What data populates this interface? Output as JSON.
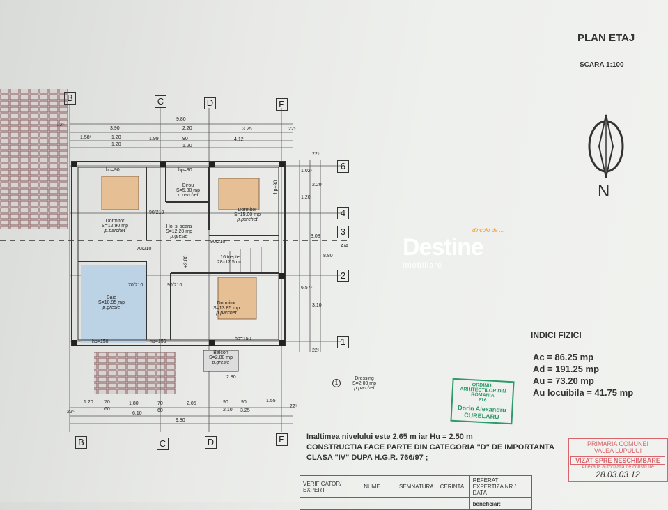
{
  "header": {
    "title": "PLAN ETAJ",
    "scale": "SCARA 1:100"
  },
  "compass": {
    "label": "N",
    "icon": "north-arrow-icon"
  },
  "grid_axes": {
    "columns": [
      "B",
      "C",
      "D",
      "E"
    ],
    "rows": [
      "6",
      "4",
      "3",
      "2",
      "1"
    ],
    "section_mark": "A/A"
  },
  "dimensions": {
    "top": [
      "9.80",
      "3.90",
      "2.20",
      "3.25",
      "22⁵",
      "22⁵",
      "1.58⁵",
      "1.20",
      "1.20",
      "1.99",
      "90",
      "1.20",
      "4.12"
    ],
    "bottom": [
      "1.20",
      "70",
      "60",
      "1.80",
      "70",
      "60",
      "2.05",
      "90",
      "90",
      "2.10",
      "1.55",
      "3.25",
      "6.10",
      "9.80",
      "22⁵",
      "22⁵",
      "2.80"
    ],
    "right": [
      "22⁵",
      "1.02⁵",
      "2.20",
      "1.20",
      "3.08",
      "8.80",
      "6.57⁵",
      "3.10",
      "22⁵"
    ]
  },
  "rooms": [
    {
      "name": "Dormitor",
      "area": "S=12.90 mp",
      "floor": "p.parchet"
    },
    {
      "name": "Birou",
      "area": "S=5.80 mp",
      "floor": "p.parchet"
    },
    {
      "name": "Dormitor",
      "area": "S=15.00 mp",
      "floor": "p.parchet"
    },
    {
      "name": "Hol si scara",
      "area": "S=12.20 mp",
      "floor": "p.gresie"
    },
    {
      "name": "Baie",
      "area": "S=10.95 mp",
      "floor": "p.gresie"
    },
    {
      "name": "Dormitor",
      "area": "S=13.85 mp",
      "floor": "p.parchet"
    },
    {
      "name": "Balcon",
      "area": "S=2.80 mp",
      "floor": "p.gresie"
    }
  ],
  "stairs": {
    "label": "16 trepte",
    "size": "28x17.5 cm",
    "level": "+2.80"
  },
  "window_labels": [
    "hp=90",
    "hp=90",
    "hp=90",
    "hp=150",
    "hp=150",
    "hp=150"
  ],
  "door_labels": [
    "90/210",
    "70/210",
    "70/210",
    "90/210",
    "90/210"
  ],
  "legend": {
    "number": "1",
    "name": "Dressing",
    "area": "S=2.00 mp",
    "floor": "p.parchet"
  },
  "indici": {
    "title": "INDICI FIZICI",
    "items": [
      "Ac = 86.25 mp",
      "Ad = 191.25 mp",
      "Au = 73.20 mp",
      "Au locuibila = 41.75 mp"
    ]
  },
  "notes": [
    "Inaltimea nivelului este 2.65 m  iar Hu = 2.50 m",
    "CONSTRUCTIA FACE PARTE DIN CATEGORIA \"D\" DE IMPORTANTA",
    "CLASA \"IV\" DUPA H.G.R. 766/97 ;"
  ],
  "title_block": {
    "headers": [
      "VERIFICATOR/ EXPERT",
      "NUME",
      "SEMNATURA",
      "CERINTA",
      "REFERAT EXPERTIZA NR./ DATA"
    ],
    "beneficiar": "beneficiar:"
  },
  "stamps": {
    "architect": {
      "org": "ORDINUL ARHITECTILOR DIN ROMANIA",
      "number": "216",
      "name": "Dorin Alexandru",
      "surname": "CURELARU"
    },
    "primaria": {
      "line1": "PRIMARIA COMUNEI",
      "line2": "VALEA LUPULUI",
      "line3": "VIZAT SPRE NESCHIMBARE",
      "line4": "Anexa la autorizatia de",
      "line5": "construire",
      "handwritten": "28.03.03 12"
    }
  },
  "watermark": {
    "brand": "Destine",
    "sub": "imobiliare",
    "tagline": "dincolo de ...",
    "accent": "#f29a1e"
  },
  "colors": {
    "bedroom_furniture": "#e6bf94",
    "bath": "#bcd3e6",
    "paper": "#eceeeb",
    "stamp_green": "#2d9a6a",
    "stamp_red": "#d9656c"
  }
}
